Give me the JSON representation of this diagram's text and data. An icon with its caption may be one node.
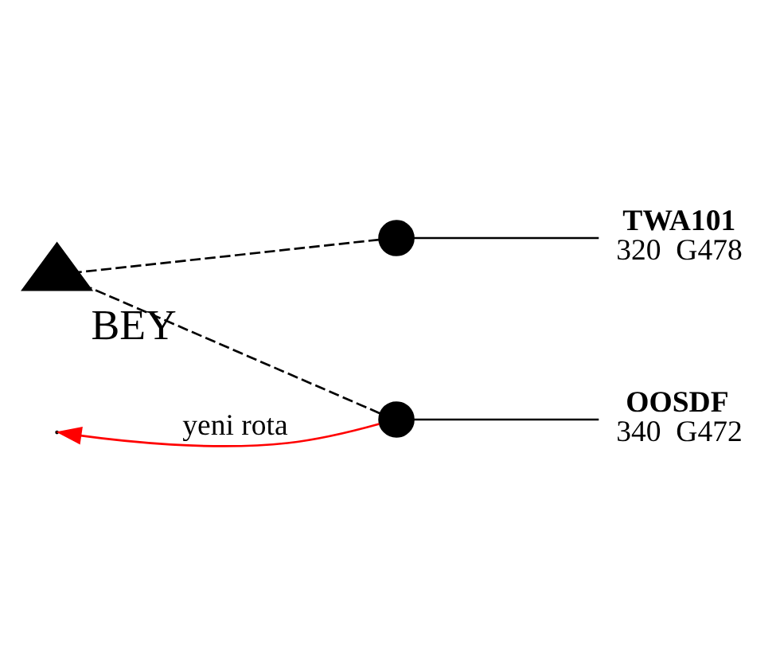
{
  "diagram": {
    "nodes": [
      {
        "text": [
          "BEY"
        ]
      },
      {
        "text": [
          "TWA101",
          "320  G478"
        ]
      },
      {
        "text": [],
        "shape": "circle"
      },
      {
        "text": [],
        "shape": "circle"
      },
      {
        "text": [
          "OOSDF",
          "340  G472"
        ]
      }
    ],
    "edges": [
      {
        "from": 2,
        "to": 0,
        "arrow": "none",
        "style": "dashed"
      },
      {
        "from": 3,
        "to": 0,
        "arrow": "none",
        "style": "dashed"
      },
      {
        "from": 1,
        "to": 2,
        "arrow": "none"
      },
      {
        "from": 4,
        "to": 3,
        "arrow": "none"
      },
      {
        "from": 3,
        "to": null,
        "arrow": "to",
        "color": "#ff0000",
        "label": "yeni rota"
      }
    ]
  }
}
